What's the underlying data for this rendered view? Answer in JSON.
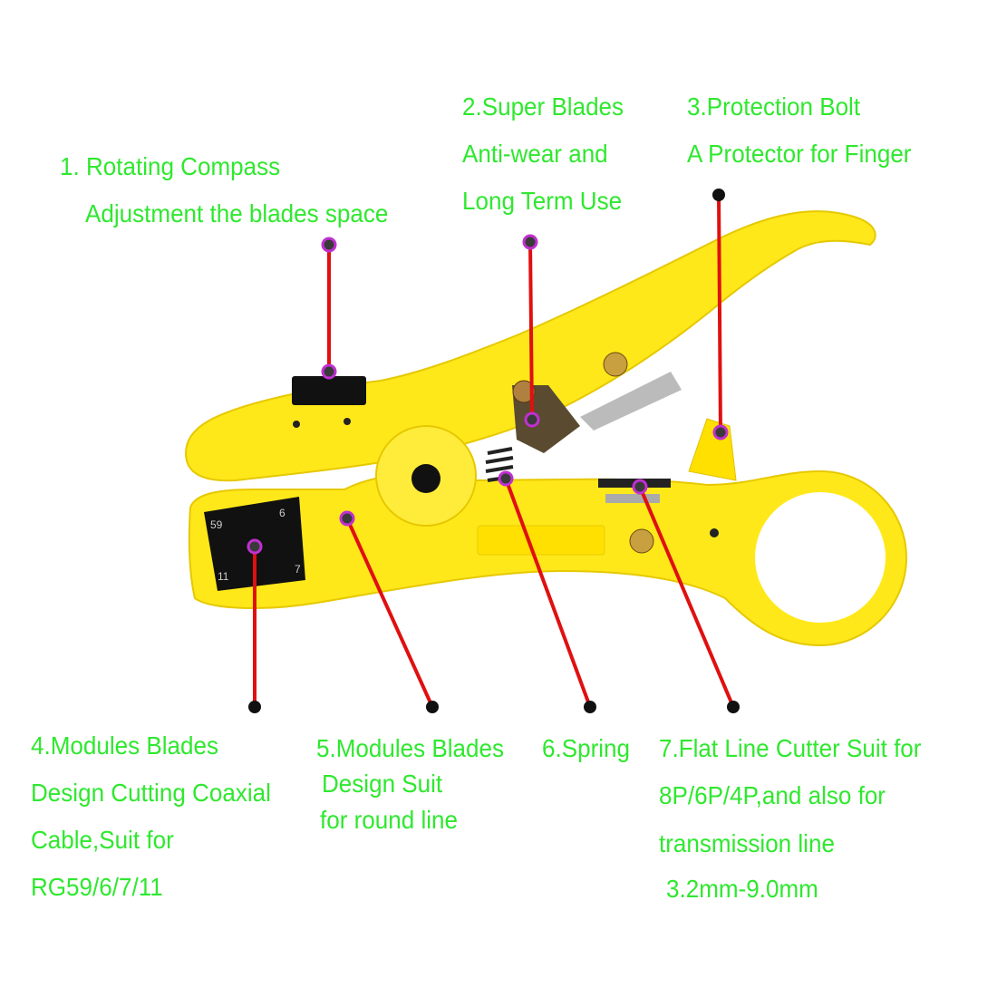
{
  "colors": {
    "label": "#2fe82f",
    "callout_line": "#e01010",
    "callout_dot": "#3a3a3a",
    "callout_ring": "#c030d0",
    "tool_body": "#ffe81a"
  },
  "callouts": [
    {
      "lines": [
        "1. Rotating Compass",
        "Adjustment the blades space"
      ]
    },
    {
      "lines": [
        "2.Super Blades",
        "Anti-wear and",
        "Long Term Use"
      ]
    },
    {
      "lines": [
        "3.Protection Bolt",
        "A Protector for Finger"
      ]
    },
    {
      "lines": [
        "4.Modules Blades",
        "Design Cutting Coaxial",
        "Cable,Suit for",
        "RG59/6/7/11"
      ]
    },
    {
      "lines": [
        "5.Modules Blades",
        "Design Suit",
        "for round line"
      ]
    },
    {
      "lines": [
        "6.Spring"
      ]
    },
    {
      "lines": [
        "7.Flat Line Cutter Suit for",
        "8P/6P/4P,and also for",
        "transmission line",
        "3.2mm-9.0mm"
      ]
    }
  ],
  "tool_markings": {
    "module_sizes": [
      "59",
      "6",
      "11",
      "7"
    ]
  }
}
